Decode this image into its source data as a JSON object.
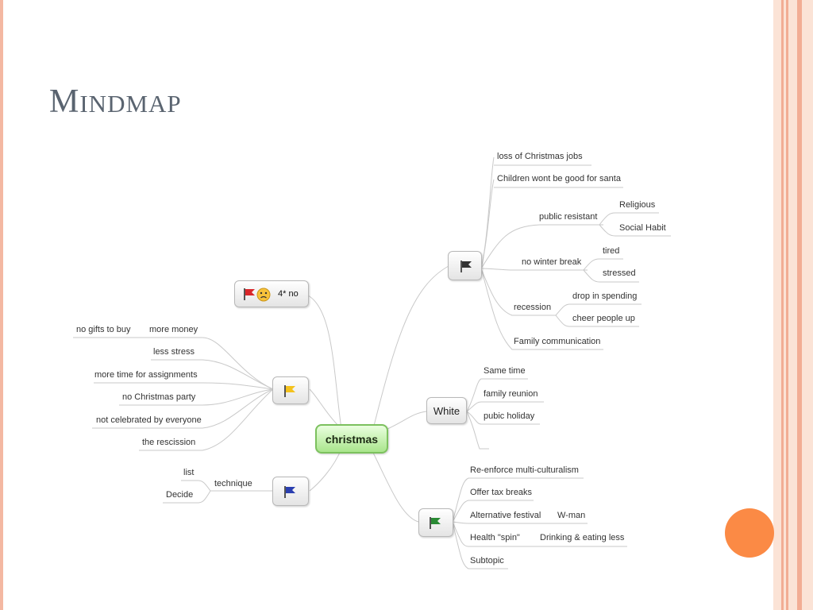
{
  "slide": {
    "title_cap": "M",
    "title_rest": "INDMAP",
    "accent_color": "#fb8a45"
  },
  "center": {
    "label": "christmas",
    "color": "#a9e58c"
  },
  "flags": {
    "black": "#333333",
    "red": "#d9262a",
    "yellow": "#f4c21c",
    "blue": "#2a3fb0",
    "green": "#2a8a34"
  },
  "nodes": {
    "no_node": {
      "label": "4* no",
      "icons": [
        "red-flag-icon",
        "sad-face-icon"
      ]
    },
    "white_node": {
      "label": "White"
    }
  },
  "branches": {
    "black_flag": {
      "items": [
        "loss of Christmas jobs",
        "Children wont be good for santa",
        "public resistant",
        "Religious",
        "Social Habit",
        "no winter break",
        "tired",
        "stressed",
        "recession",
        "drop in spending",
        "cheer people up",
        "Family communication"
      ]
    },
    "white": {
      "items": [
        "Same time",
        "family reunion",
        "pubic holiday"
      ]
    },
    "green_flag": {
      "items": [
        "Re-enforce multi-culturalism",
        "Offer tax breaks",
        "Alternative festival",
        "W-man",
        "Health \"spin\"",
        "Drinking & eating less",
        "Subtopic"
      ]
    },
    "yellow_flag": {
      "items": [
        "more money",
        "no gifts to buy",
        "less stress",
        "more time for assignments",
        "no Christmas party",
        "not celebrated by everyone",
        "the rescission"
      ]
    },
    "blue_flag": {
      "items": [
        "technique",
        "list",
        "Decide"
      ]
    }
  }
}
